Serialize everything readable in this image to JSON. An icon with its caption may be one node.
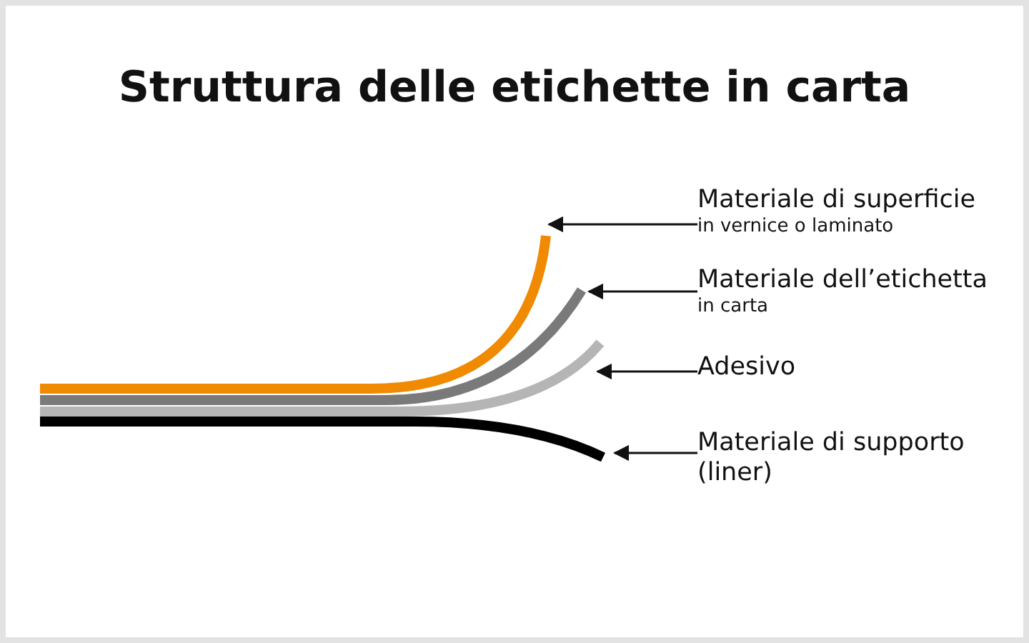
{
  "diagram": {
    "title": "Struttura delle etichette in carta",
    "nodes": [
      {
        "text": [
          "Materiale di superficie",
          "in vernice o laminato"
        ]
      },
      {
        "text": [
          "Materiale dell’etichetta",
          "in carta"
        ]
      },
      {
        "text": [
          "Adesivo"
        ]
      },
      {
        "text": [
          "Materiale di supporto (liner)"
        ]
      },
      {
        "text": [],
        "shape": "bar"
      },
      {
        "text": [],
        "shape": "bar"
      },
      {
        "text": [],
        "shape": "bar"
      },
      {
        "text": [],
        "shape": "bar"
      }
    ],
    "edges": [
      {
        "from": 0,
        "to": 4,
        "arrow": "to"
      },
      {
        "from": 1,
        "to": 5,
        "arrow": "to"
      },
      {
        "from": 2,
        "to": 6,
        "arrow": "to"
      },
      {
        "from": 3,
        "to": 7,
        "arrow": "to"
      }
    ]
  }
}
